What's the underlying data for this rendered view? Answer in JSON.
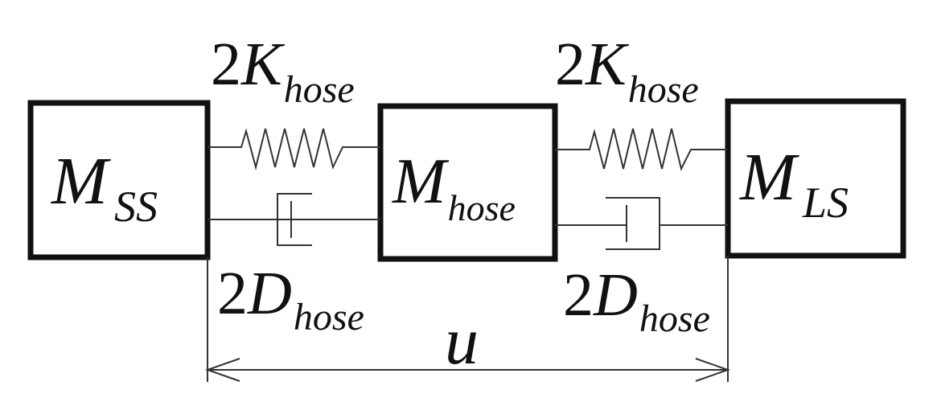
{
  "diagram": {
    "masses": {
      "left": {
        "symbol": "M",
        "subscript": "SS"
      },
      "middle": {
        "symbol": "M",
        "subscript": "hose"
      },
      "right": {
        "symbol": "M",
        "subscript": "LS"
      }
    },
    "springs": {
      "left": {
        "coefficient": "2",
        "symbol": "K",
        "subscript": "hose"
      },
      "right": {
        "coefficient": "2",
        "symbol": "K",
        "subscript": "hose"
      }
    },
    "dampers": {
      "left": {
        "coefficient": "2",
        "symbol": "D",
        "subscript": "hose"
      },
      "right": {
        "coefficient": "2",
        "symbol": "D",
        "subscript": "hose"
      }
    },
    "displacement": {
      "symbol": "u"
    }
  }
}
